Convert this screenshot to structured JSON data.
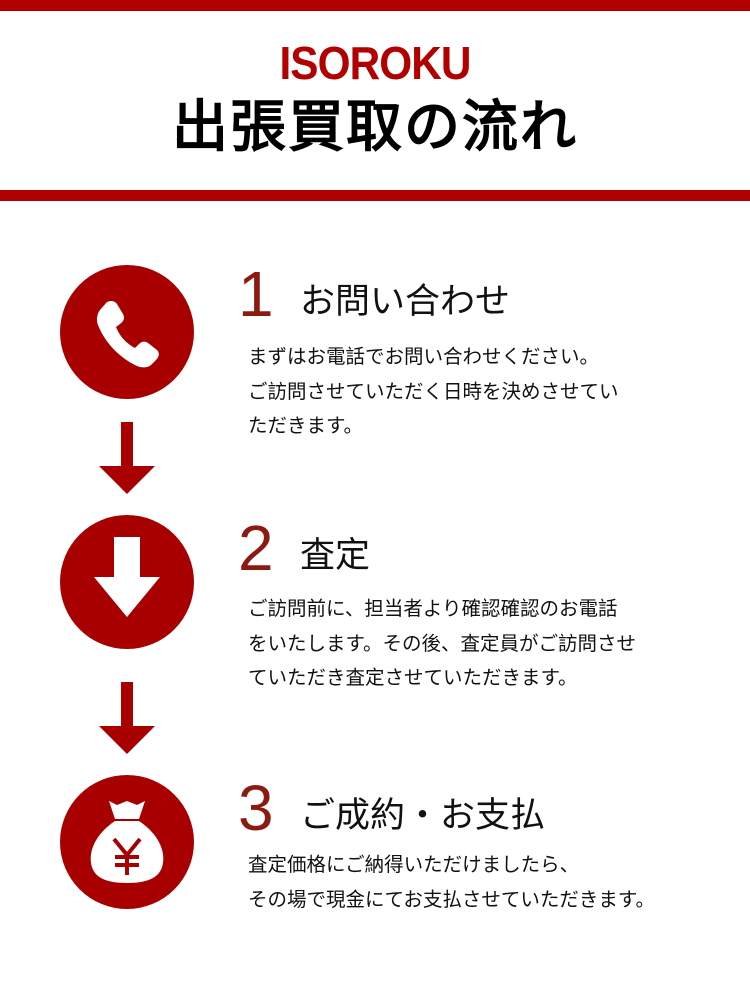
{
  "header": {
    "brand": "ISOROKU",
    "title": "出張買取の流れ",
    "accent_color": "#b20000"
  },
  "steps": [
    {
      "number": "1",
      "icon": "phone-icon",
      "title": "お問い合わせ",
      "body": "まずはお電話でお問い合わせください。\nご訪問させていただく日時を決めさせてい\nただきます。"
    },
    {
      "number": "2",
      "icon": "down-arrow-icon",
      "title": "査定",
      "body": "ご訪問前に、担当者より確認確認のお電話\nをいたします。その後、査定員がご訪問させ\nていただき査定させていただきます。"
    },
    {
      "number": "3",
      "icon": "yen-money-bag-icon",
      "title": "ご成約・お支払",
      "body": "査定価格にご納得いただけましたら、\nその場で現金にてお支払させていただきます。"
    }
  ],
  "colors": {
    "icon_circle": "#a80000",
    "step_number": "#8b1a10",
    "text": "#111111"
  }
}
